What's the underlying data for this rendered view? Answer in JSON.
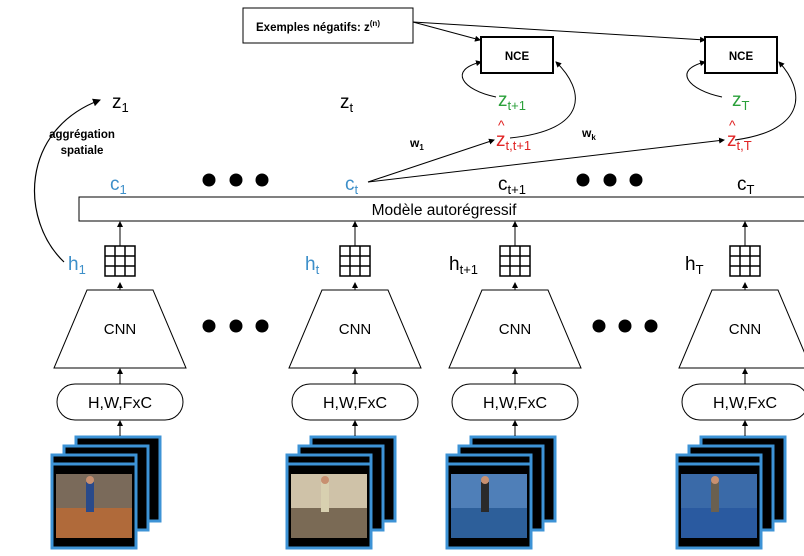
{
  "negatives_label": "Exemples négatifs: z",
  "negatives_sup": "(n)",
  "nce_label": "NCE",
  "spatial_agg": [
    "aggrégation",
    "spatiale"
  ],
  "autoregressive_label": "Modèle autorégressif",
  "cnn_label": "CNN",
  "input_shape_label": "H,W,FxC",
  "z_labels": [
    {
      "base": "z",
      "sub": "1"
    },
    {
      "base": "z",
      "sub": "t"
    }
  ],
  "z_future": [
    {
      "base": "z",
      "sub": "t+1"
    },
    {
      "base": "z",
      "sub": "T"
    }
  ],
  "z_hat": [
    {
      "base": "z",
      "sub": "t,t+1"
    },
    {
      "base": "z",
      "sub": "t,T"
    }
  ],
  "w_labels": [
    {
      "base": "w",
      "sub": "1"
    },
    {
      "base": "w",
      "sub": "k"
    }
  ],
  "c_labels": [
    {
      "base": "c",
      "sub": "1"
    },
    {
      "base": "c",
      "sub": "t"
    },
    {
      "base": "c",
      "sub": "t+1"
    },
    {
      "base": "c",
      "sub": "T"
    }
  ],
  "h_labels": [
    {
      "base": "h",
      "sub": "1"
    },
    {
      "base": "h",
      "sub": "t"
    },
    {
      "base": "h",
      "sub": "t+1"
    },
    {
      "base": "h",
      "sub": "T"
    }
  ],
  "colors": {
    "blue": "#3d8fc9",
    "green": "#2aa03a",
    "red": "#e02424",
    "frame_border": "#3d93d6"
  }
}
